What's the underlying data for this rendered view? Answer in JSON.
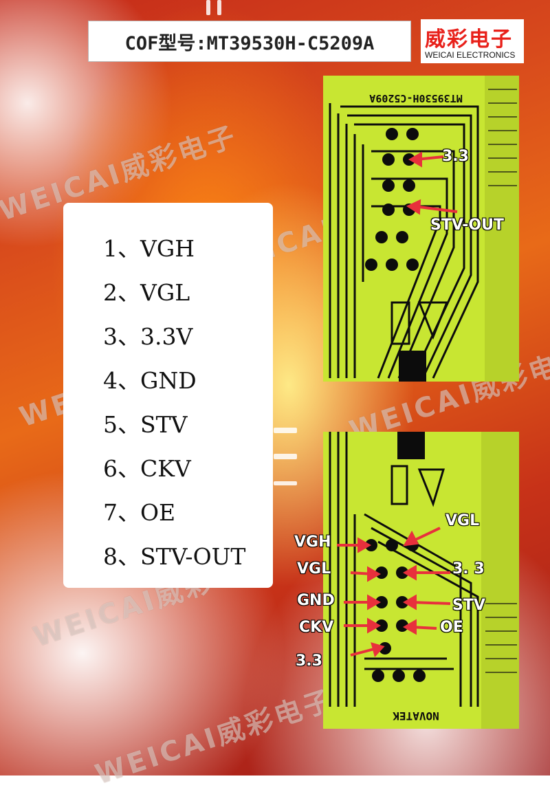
{
  "title": {
    "prefix": "COF型号:",
    "model": "MT39530H-C5209A"
  },
  "logo": {
    "cn": "威彩电子",
    "en": "WEICAI ELECTRONICS"
  },
  "watermark": "WEICAI威彩电子",
  "pins": [
    {
      "num": "1、",
      "name": "VGH"
    },
    {
      "num": "2、",
      "name": "VGL"
    },
    {
      "num": "3、",
      "name": "3.3V"
    },
    {
      "num": "4、",
      "name": "GND"
    },
    {
      "num": "5、",
      "name": "STV"
    },
    {
      "num": "6、",
      "name": "CKV"
    },
    {
      "num": "7、",
      "name": "OE"
    },
    {
      "num": "8、",
      "name": "STV-OUT"
    }
  ],
  "board_top": {
    "chip_marking": "MT39530H-C5209A",
    "labels": {
      "v33": "3.3",
      "stv_out": "STV-OUT"
    }
  },
  "board_bottom": {
    "chip_marking": "NOVATEK",
    "labels": {
      "vgh": "VGH",
      "vgl_left": "VGL",
      "gnd": "GND",
      "ckv": "CKV",
      "v33_left": "3.3",
      "vgl_right": "VGL",
      "v33_right": "3. 3",
      "stv": "STV",
      "oe": "OE"
    }
  },
  "colors": {
    "board": "#c8e632",
    "pad": "#0c0c0c",
    "arrow": "#e8303c",
    "logo_red": "#e8201a"
  }
}
